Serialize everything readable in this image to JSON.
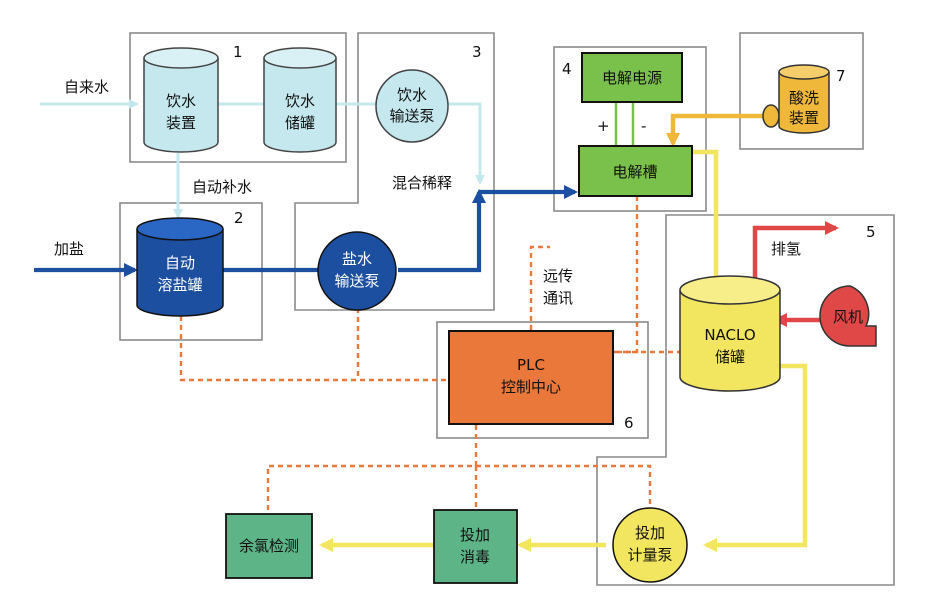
{
  "labels": {
    "tap_water": "自来水",
    "add_salt": "加盐",
    "auto_refill": "自动补水",
    "mix_dilute": "混合稀释",
    "remote_comm_1": "远传",
    "remote_comm_2": "通讯",
    "hydrogen_vent": "排氢",
    "plus": "+",
    "minus": "-"
  },
  "zones": [
    "1",
    "2",
    "3",
    "4",
    "5",
    "6",
    "7"
  ],
  "nodes": {
    "drinking_device": [
      "饮水",
      "装置"
    ],
    "drinking_storage": [
      "饮水",
      "储罐"
    ],
    "drinking_pump": [
      "饮水",
      "输送泵"
    ],
    "salt_tank": [
      "自动",
      "溶盐罐"
    ],
    "brine_pump": [
      "盐水",
      "输送泵"
    ],
    "power_supply": "电解电源",
    "electrolyzer": "电解槽",
    "acid_wash": [
      "酸洗",
      "装置"
    ],
    "naclo_tank": [
      "NACLO",
      "储罐"
    ],
    "fan": "风机",
    "plc": [
      "PLC",
      "控制中心"
    ],
    "dosing_pump": [
      "投加",
      "计量泵"
    ],
    "disinfect": [
      "投加",
      "消毒"
    ],
    "residual_cl": "余氯检测"
  },
  "colors": {
    "light_blue": "#c5e8ee",
    "dark_blue": "#1c4fa0",
    "green": "#7ac14c",
    "teal_green": "#5cb487",
    "orange": "#e9783a",
    "yellow": "#f2e55f",
    "gold": "#f0b83a",
    "red": "#e04848",
    "gray_border": "#8a8a8a"
  }
}
